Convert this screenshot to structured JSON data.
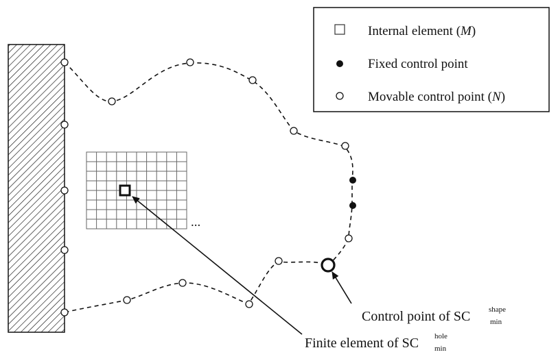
{
  "legend": {
    "items": [
      {
        "symbol": "internal-element",
        "label": "Internal element (",
        "var": "M",
        "close": ")"
      },
      {
        "symbol": "fixed-point",
        "label": "Fixed control point",
        "var": "",
        "close": ""
      },
      {
        "symbol": "movable-point",
        "label": "Movable control point (",
        "var": "N",
        "close": ")"
      }
    ]
  },
  "ellipsis": "...",
  "annotations": {
    "control_point": {
      "prefix": "Control point of ",
      "base": "SC",
      "sup": "shape",
      "sub": "min"
    },
    "finite_element": {
      "prefix": "Finite element of ",
      "base": "SC",
      "sup": "hole",
      "sub": "min"
    }
  },
  "colors": {
    "stroke": "#111111",
    "fill": "#ffffff"
  }
}
